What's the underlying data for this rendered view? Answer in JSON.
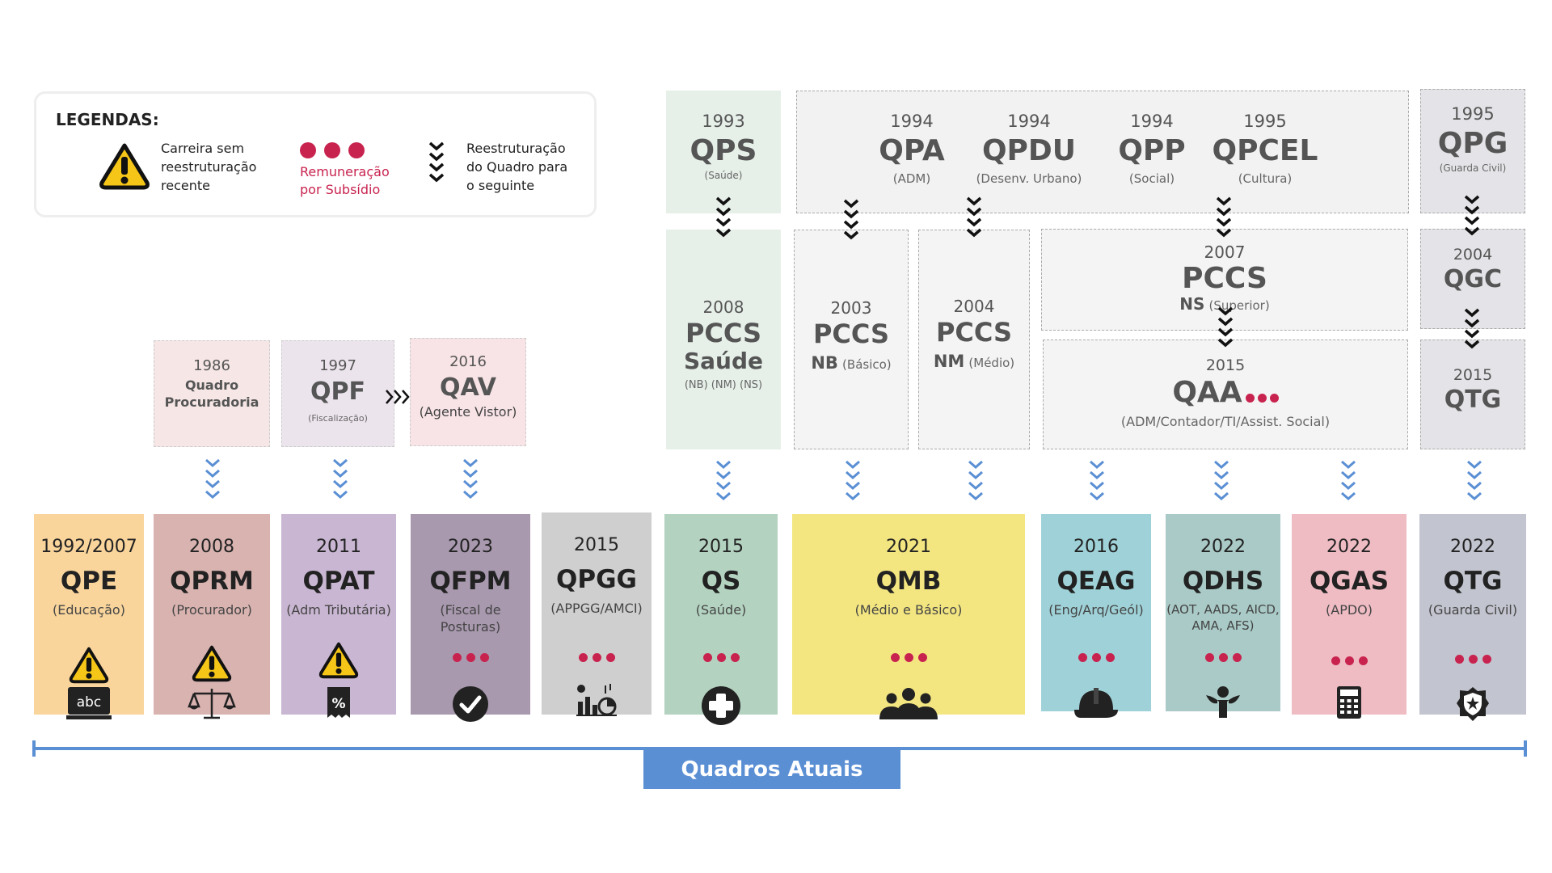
{
  "legend": {
    "title": "LEGENDAS:",
    "item1": [
      "Carreira sem",
      "reestruturação",
      "recente"
    ],
    "item2": [
      "Remuneração",
      "por Subsídio"
    ],
    "item3": [
      "Reestruturação",
      "do Quadro para",
      "o seguinte"
    ]
  },
  "old": {
    "qps": {
      "year": "1993",
      "code": "QPS",
      "sub": "(Saúde)"
    },
    "qpa": {
      "year": "1994",
      "code": "QPA",
      "sub": "(ADM)"
    },
    "qpdu": {
      "year": "1994",
      "code": "QPDU",
      "sub": "(Desenv. Urbano)"
    },
    "qpp": {
      "year": "1994",
      "code": "QPP",
      "sub": "(Social)"
    },
    "qpcel": {
      "year": "1995",
      "code": "QPCEL",
      "sub": "(Cultura)"
    },
    "qpg": {
      "year": "1995",
      "code": "QPG",
      "sub": "(Guarda Civil)"
    },
    "pccs_saude": {
      "year": "2008",
      "code1": "PCCS",
      "code2": "Saúde",
      "sub": "(NB) (NM) (NS)"
    },
    "pccs_nb": {
      "year": "2003",
      "code": "PCCS",
      "lvl": "NB",
      "sub": "(Básico)"
    },
    "pccs_nm": {
      "year": "2004",
      "code": "PCCS",
      "lvl": "NM",
      "sub": "(Médio)"
    },
    "pccs_ns": {
      "year": "2007",
      "code": "PCCS",
      "lvl": "NS",
      "sub": "(Superior)"
    },
    "qaa": {
      "year": "2015",
      "code": "QAA",
      "sub": "(ADM/Contador/TI/Assist. Social)"
    },
    "qgc": {
      "year": "2004",
      "code": "QGC"
    },
    "qtg_old": {
      "year": "2015",
      "code": "QTG"
    },
    "quadro_proc": {
      "year": "1986",
      "line1": "Quadro",
      "line2": "Procuradoria"
    },
    "qpf": {
      "year": "1997",
      "code": "QPF",
      "sub": "(Fiscalização)"
    },
    "qav": {
      "year": "2016",
      "code": "QAV",
      "sub": "(Agente Vistor)"
    }
  },
  "current": [
    {
      "year": "1992/2007",
      "code": "QPE",
      "sub": "(Educação)",
      "icon": "abc-board-icon",
      "color": "#f9d59c"
    },
    {
      "year": "2008",
      "code": "QPRM",
      "sub": "(Procurador)",
      "icon": "scales-icon",
      "color": "#d8b3b0"
    },
    {
      "year": "2011",
      "code": "QPAT",
      "sub": "(Adm Tributária)",
      "icon": "receipt-percent-icon",
      "color": "#c9b6d2"
    },
    {
      "year": "2023",
      "code": "QFPM",
      "sub": "(Fiscal de Posturas)",
      "icon": "check-circle-icon",
      "color": "#a899ae"
    },
    {
      "year": "2015",
      "code": "QPGG",
      "sub": "(APPGG/AMCI)",
      "icon": "analytics-icon",
      "color": "#cfcfcf"
    },
    {
      "year": "2015",
      "code": "QS",
      "sub": "(Saúde)",
      "icon": "medical-cross-icon",
      "color": "#b3d3c0"
    },
    {
      "year": "2021",
      "code": "QMB",
      "sub": "(Médio e Básico)",
      "icon": "group-icon",
      "color": "#f3e681"
    },
    {
      "year": "2016",
      "code": "QEAG",
      "sub": "(Eng/Arq/Geól)",
      "icon": "hard-hat-icon",
      "color": "#9fd2d8"
    },
    {
      "year": "2022",
      "code": "QDHS",
      "sub": "(AOT, AADS, AICD, AMA, AFS)",
      "icon": "person-icon",
      "color": "#a9cac6"
    },
    {
      "year": "2022",
      "code": "QGAS",
      "sub": "(APDO)",
      "icon": "calculator-icon",
      "color": "#efbcc4"
    },
    {
      "year": "2022",
      "code": "QTG",
      "sub": "(Guarda Civil)",
      "icon": "police-badge-icon",
      "color": "#c2c4cf"
    }
  ],
  "footer": {
    "label": "Quadros Atuais"
  },
  "colors": {
    "accent_blue": "#5b8fd4",
    "subsidy_red": "#c8234f",
    "warning_yellow": "#f5c518"
  }
}
